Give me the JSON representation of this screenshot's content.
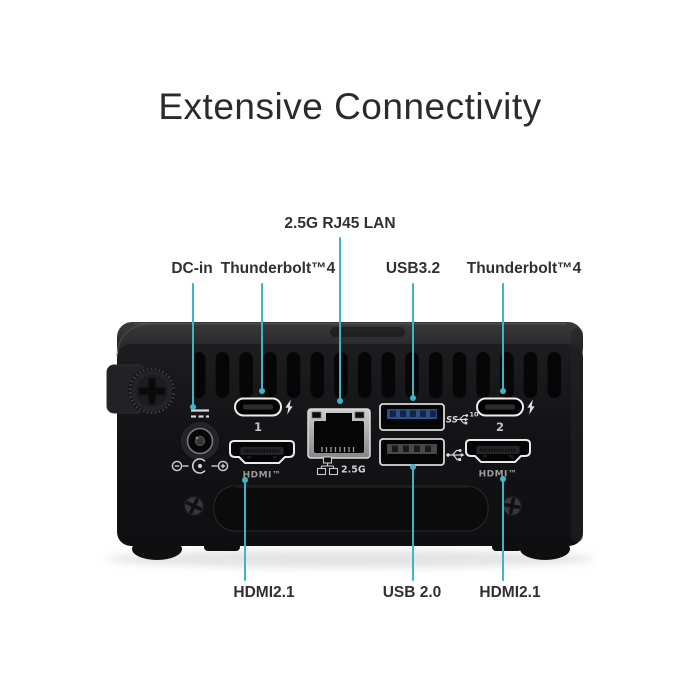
{
  "title": "Extensive Connectivity",
  "colors": {
    "accent_line": "#3fb4c9",
    "background": "#ffffff",
    "device_body": "#141416",
    "label_text": "#303030"
  },
  "callouts": {
    "top": [
      {
        "id": "lan",
        "label": "2.5G RJ45 LAN"
      },
      {
        "id": "dc-in",
        "label": "DC-in"
      },
      {
        "id": "thunderbolt-1",
        "label": "Thunderbolt™4"
      },
      {
        "id": "usb-3-2",
        "label": "USB3.2"
      },
      {
        "id": "thunderbolt-2",
        "label": "Thunderbolt™4"
      }
    ],
    "bottom": [
      {
        "id": "hdmi-left",
        "label": "HDMI2.1"
      },
      {
        "id": "usb-2-0",
        "label": "USB 2.0"
      },
      {
        "id": "hdmi-right",
        "label": "HDMI2.1"
      }
    ]
  },
  "device": {
    "port_markings": {
      "thunderbolt1_number": "1",
      "thunderbolt2_number": "2",
      "hdmi_left_label": "HDMI™",
      "hdmi_right_label": "HDMI™",
      "lan_speed_label": "2.5G",
      "usb32_ss_label": "SS",
      "usb32_speed_label": "10"
    }
  }
}
